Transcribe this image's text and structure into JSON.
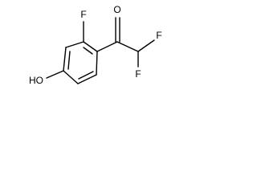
{
  "molecule": {
    "atoms": [
      {
        "id": "F1",
        "symbol": "F"
      },
      {
        "id": "O1",
        "symbol": "O"
      },
      {
        "id": "F2",
        "symbol": "F"
      },
      {
        "id": "F3",
        "symbol": "F"
      },
      {
        "id": "OH",
        "symbol": "HO"
      }
    ],
    "bonds": [
      {
        "from": "C1",
        "to": "C2",
        "order": 2
      },
      {
        "from": "C2",
        "to": "C3",
        "order": 1
      },
      {
        "from": "C3",
        "to": "C4",
        "order": 2
      },
      {
        "from": "C4",
        "to": "C5",
        "order": 1
      },
      {
        "from": "C5",
        "to": "C6",
        "order": 2
      },
      {
        "from": "C6",
        "to": "C1",
        "order": 1
      },
      {
        "from": "C1",
        "to": "C7",
        "order": 1
      },
      {
        "from": "C7",
        "to": "O1",
        "order": 2
      },
      {
        "from": "C7",
        "to": "C8",
        "order": 1
      },
      {
        "from": "C8",
        "to": "F2",
        "order": 1
      },
      {
        "from": "C8",
        "to": "F3",
        "order": 1
      },
      {
        "from": "C2",
        "to": "F1",
        "order": 1
      },
      {
        "from": "C4",
        "to": "OH",
        "order": 1
      }
    ],
    "colors": {
      "bond": "#000000",
      "label": "#000000",
      "background": "#ffffff"
    }
  }
}
